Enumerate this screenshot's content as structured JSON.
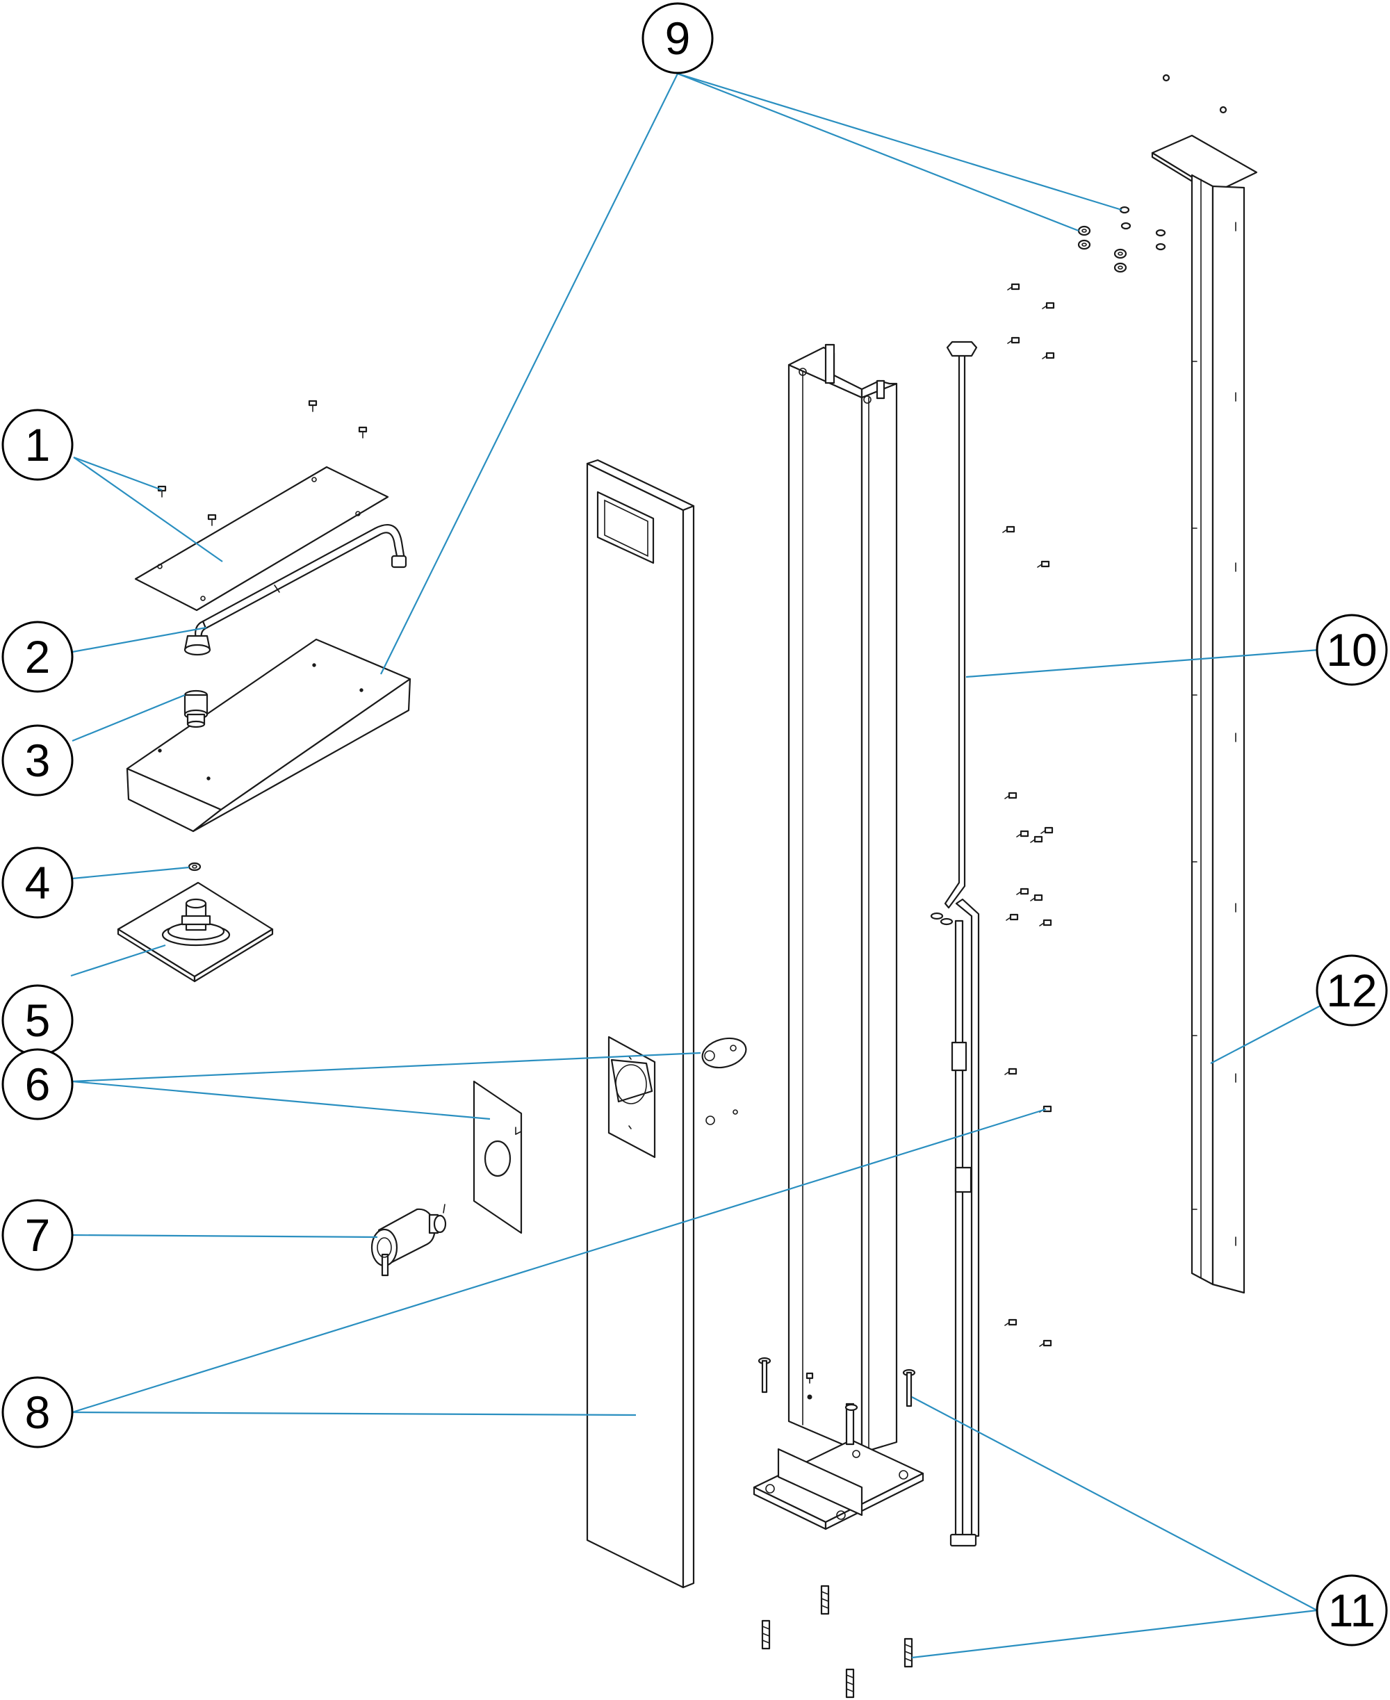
{
  "callouts": [
    {
      "id": "1",
      "label": "1"
    },
    {
      "id": "2",
      "label": "2"
    },
    {
      "id": "3",
      "label": "3"
    },
    {
      "id": "4",
      "label": "4"
    },
    {
      "id": "5",
      "label": "5"
    },
    {
      "id": "6",
      "label": "6"
    },
    {
      "id": "7",
      "label": "7"
    },
    {
      "id": "8",
      "label": "8"
    },
    {
      "id": "9",
      "label": "9"
    },
    {
      "id": "10",
      "label": "10"
    },
    {
      "id": "11",
      "label": "11"
    },
    {
      "id": "12",
      "label": "12"
    }
  ],
  "colors": {
    "leader": "#2a8fc0",
    "outline": "#1a1a1a",
    "background": "#ffffff"
  }
}
